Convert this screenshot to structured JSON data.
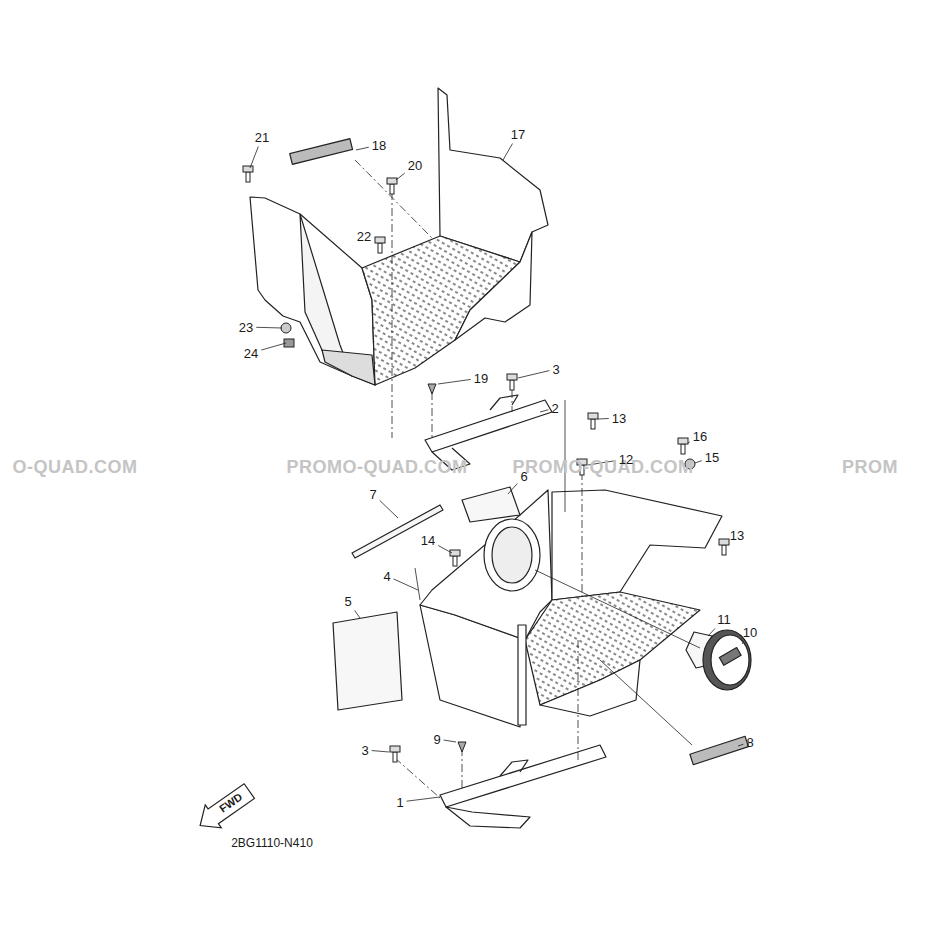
{
  "diagram": {
    "labels": [
      "21",
      "18",
      "20",
      "17",
      "22",
      "23",
      "24",
      "19",
      "3",
      "2",
      "13",
      "O-QUAD.COM",
      "PROMO-QUAD.COM",
      "PROMO-QUAD.COM",
      "12",
      "16",
      "PROM",
      "15",
      "6",
      "7",
      "14",
      "13",
      "4",
      "5",
      "11",
      "10",
      "9",
      "8",
      "3",
      "1",
      "FWD",
      "2BG1110-N410"
    ]
  }
}
